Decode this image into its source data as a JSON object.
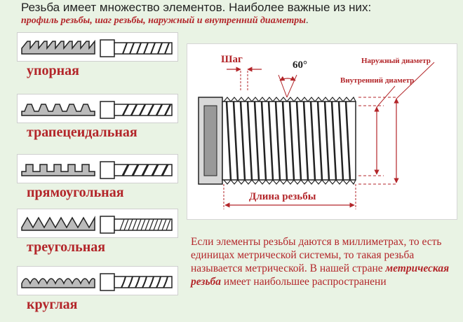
{
  "header": {
    "line1": "Резьба имеет множество элементов. Наиболее важные из них:",
    "line2_em": "профиль резьбы, шаг резьбы, наружный  и внутренний диаметры",
    "line2_end": "."
  },
  "thread_types": [
    {
      "label": "упорная",
      "profile": "buttress"
    },
    {
      "label": "трапецеидальная",
      "profile": "trapezoid"
    },
    {
      "label": "прямоугольная",
      "profile": "square"
    },
    {
      "label": "треугольная",
      "profile": "triangle"
    },
    {
      "label": "круглая",
      "profile": "round"
    }
  ],
  "diagram": {
    "pitch_label": "Шаг",
    "angle_label": "60°",
    "outer_diameter_label": "Наружный диаметр",
    "inner_diameter_label": "Внутренний диаметр",
    "length_label": "Длина резьбы"
  },
  "note": {
    "part1": "Если элементы резьбы даются в миллиметрах, то есть единицах метрической системы, то такая резьба называется метрической. В нашей стране ",
    "em": "метрическая резьба",
    "part2": " имеет наибольшее распространени"
  },
  "colors": {
    "accent": "#b3262a",
    "background": "#e9f3e4"
  }
}
